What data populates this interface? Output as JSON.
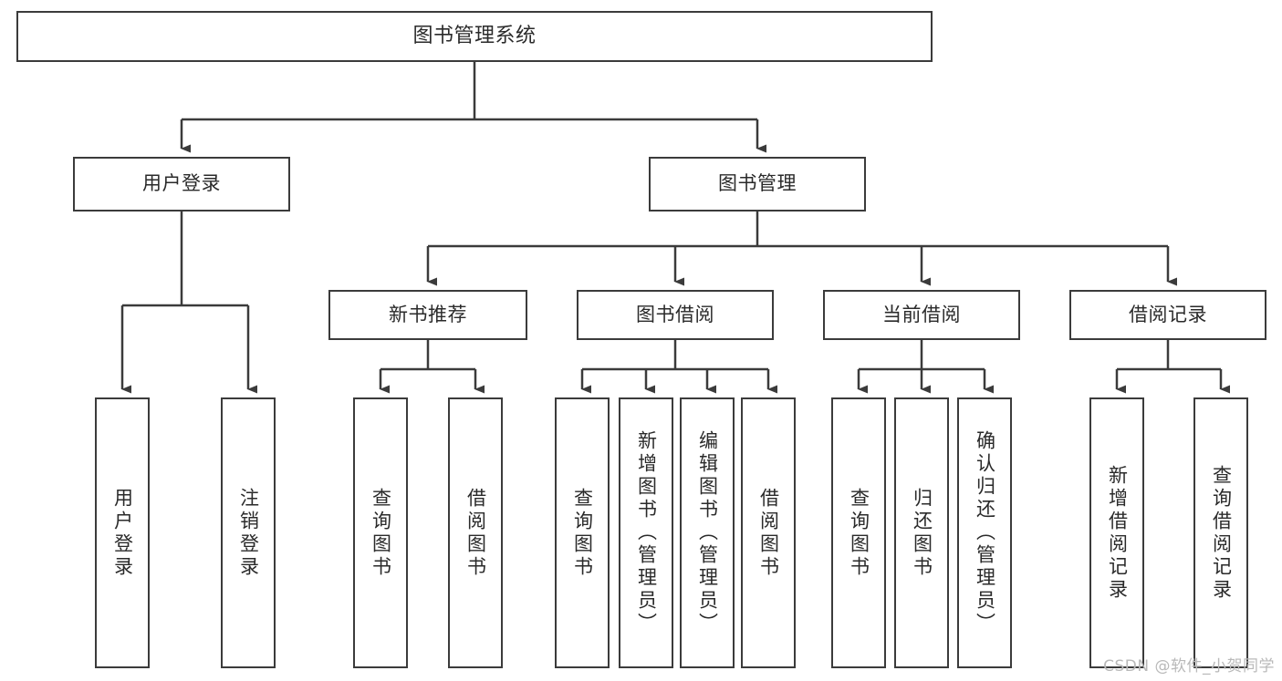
{
  "diagram": {
    "type": "hierarchy-tree",
    "title": "图书管理系统",
    "watermark": "CSDN @软件_小贺同学",
    "colors": {
      "box_border": "#3b3b3b",
      "box_fill": "#ffffff",
      "connector": "#3b3b3b",
      "text": "#2a2a2a",
      "watermark": "#b9b9b9",
      "background": "#ffffff"
    },
    "root": {
      "label": "图书管理系统"
    },
    "level2": [
      {
        "id": "user-login",
        "label": "用户登录"
      },
      {
        "id": "book-manage",
        "label": "图书管理"
      }
    ],
    "level3": [
      {
        "id": "new-book-recommend",
        "label": "新书推荐"
      },
      {
        "id": "book-borrow",
        "label": "图书借阅"
      },
      {
        "id": "current-borrow",
        "label": "当前借阅"
      },
      {
        "id": "borrow-record",
        "label": "借阅记录"
      }
    ],
    "leaves": [
      {
        "id": "leaf-user-login",
        "label": "用户登录",
        "parent": "user-login"
      },
      {
        "id": "leaf-user-logout",
        "label": "注销登录",
        "parent": "user-login"
      },
      {
        "id": "leaf-query-book-1",
        "label": "查询图书",
        "parent": "new-book-recommend"
      },
      {
        "id": "leaf-borrow-book-1",
        "label": "借阅图书",
        "parent": "new-book-recommend"
      },
      {
        "id": "leaf-query-book-2",
        "label": "查询图书",
        "parent": "book-borrow"
      },
      {
        "id": "leaf-add-book",
        "label": "新增图书（管理员）",
        "parent": "book-borrow"
      },
      {
        "id": "leaf-edit-book",
        "label": "编辑图书（管理员）",
        "parent": "book-borrow"
      },
      {
        "id": "leaf-borrow-book-2",
        "label": "借阅图书",
        "parent": "book-borrow"
      },
      {
        "id": "leaf-query-book-3",
        "label": "查询图书",
        "parent": "current-borrow"
      },
      {
        "id": "leaf-return-book",
        "label": "归还图书",
        "parent": "current-borrow"
      },
      {
        "id": "leaf-confirm-return",
        "label": "确认归还（管理员）",
        "parent": "current-borrow"
      },
      {
        "id": "leaf-add-borrow-record",
        "label": "新增借阅记录",
        "parent": "borrow-record"
      },
      {
        "id": "leaf-query-borrow-record",
        "label": "查询借阅记录",
        "parent": "borrow-record"
      }
    ]
  }
}
